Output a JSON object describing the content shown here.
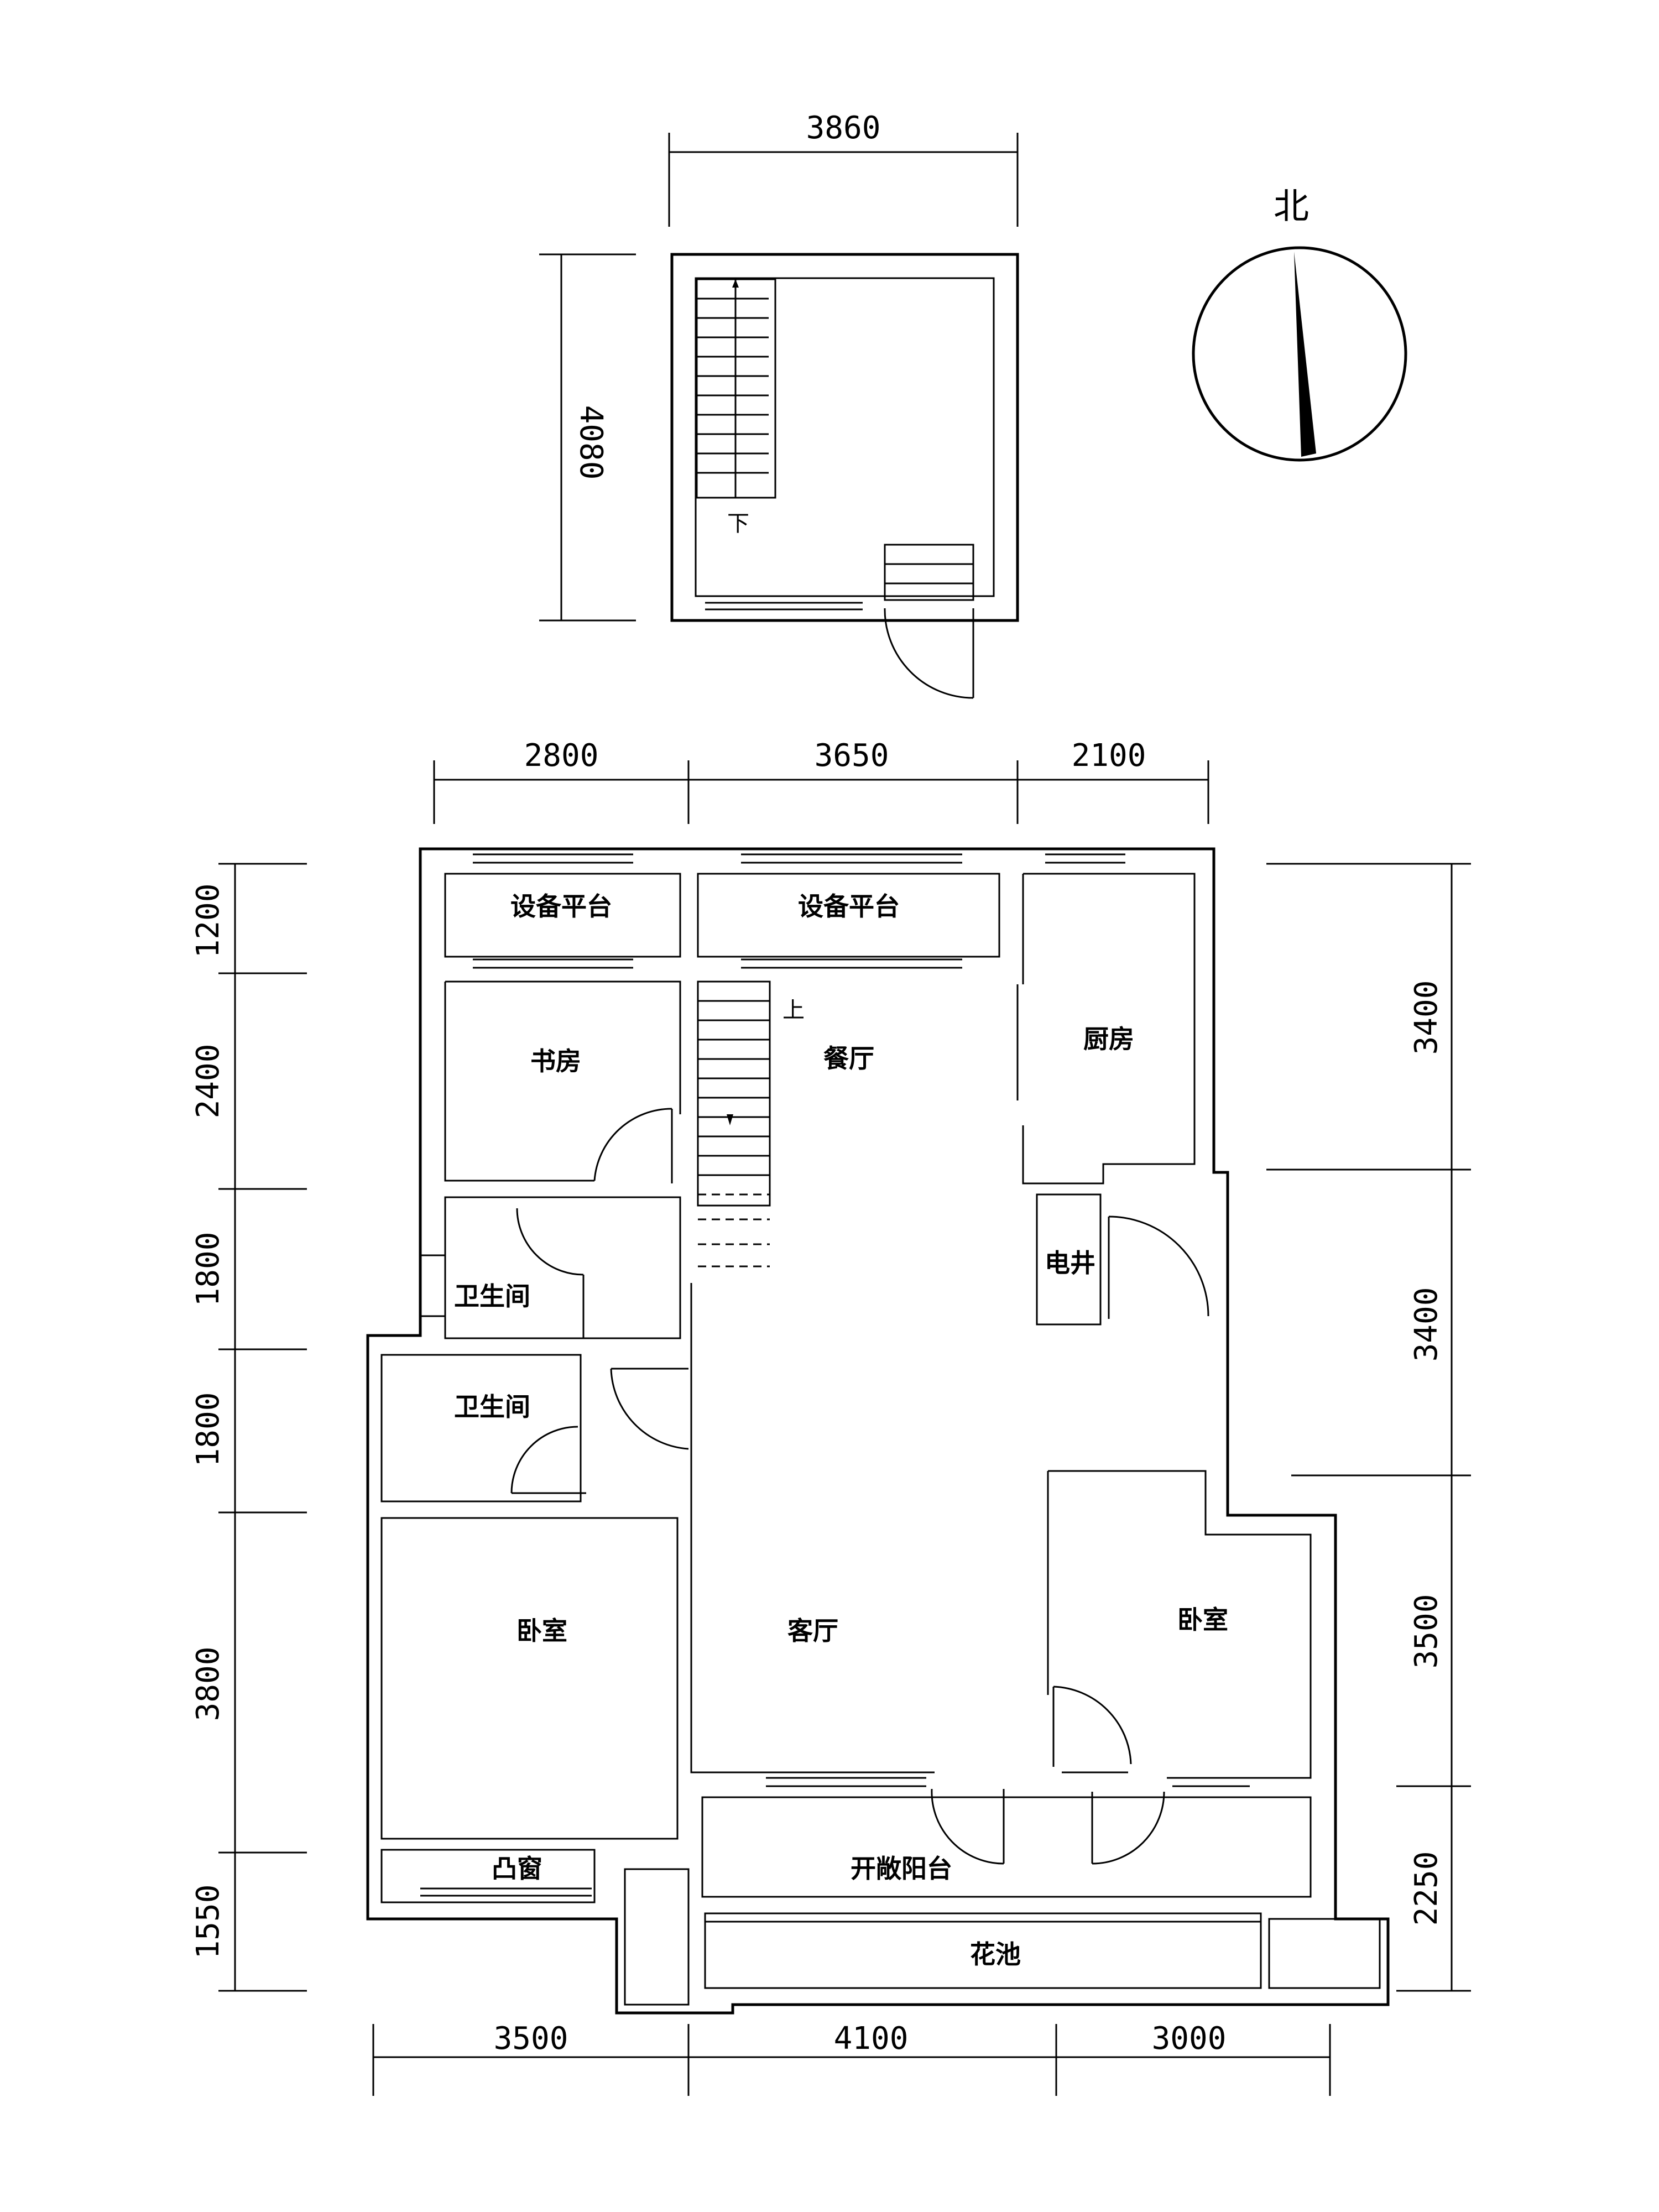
{
  "north": {
    "label": "北"
  },
  "upper_floor": {
    "width_dim": "3860",
    "height_dim": "4080",
    "stair_label": "下"
  },
  "dimensions": {
    "top": [
      "2800",
      "3650",
      "2100"
    ],
    "bottom": [
      "3500",
      "4100",
      "3000"
    ],
    "left": [
      "1200",
      "2400",
      "1800",
      "1800",
      "3800",
      "1550"
    ],
    "right": [
      "3400",
      "3400",
      "3500",
      "2250"
    ]
  },
  "rooms": {
    "equipment_platform_1": "设备平台",
    "equipment_platform_2": "设备平台",
    "study": "书房",
    "dining_room": "餐厅",
    "stair_up": "上",
    "kitchen": "厨房",
    "bathroom_1": "卫生间",
    "bathroom_2": "卫生间",
    "electric_shaft": "电井",
    "bedroom_1": "卧室",
    "living_room": "客厅",
    "bedroom_2": "卧室",
    "bay_window": "凸窗",
    "open_balcony": "开敞阳台",
    "flower_bed": "花池"
  }
}
